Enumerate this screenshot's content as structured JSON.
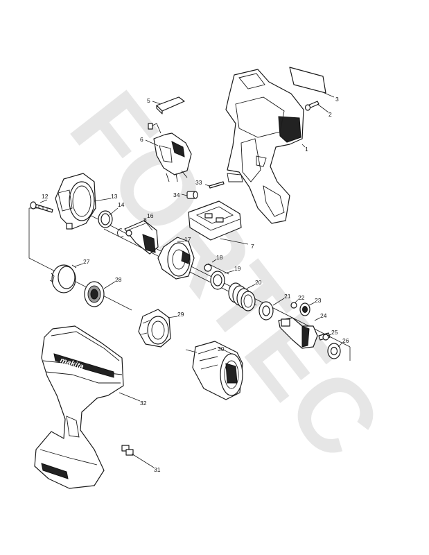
{
  "watermark": {
    "text": "FORTEC",
    "color": "#e6e6e6"
  },
  "housing_brand": "makita",
  "callouts": [
    {
      "id": "p1",
      "label": "1"
    },
    {
      "id": "p2",
      "label": "2"
    },
    {
      "id": "p3",
      "label": "3"
    },
    {
      "id": "p5",
      "label": "5"
    },
    {
      "id": "p6",
      "label": "6"
    },
    {
      "id": "p7",
      "label": "7"
    },
    {
      "id": "p8",
      "label": "8"
    },
    {
      "id": "p12",
      "label": "12"
    },
    {
      "id": "p13",
      "label": "13"
    },
    {
      "id": "p14",
      "label": "14"
    },
    {
      "id": "p16",
      "label": "16"
    },
    {
      "id": "p17",
      "label": "17"
    },
    {
      "id": "p18",
      "label": "18"
    },
    {
      "id": "p19",
      "label": "19"
    },
    {
      "id": "p20",
      "label": "20"
    },
    {
      "id": "p21",
      "label": "21"
    },
    {
      "id": "p22",
      "label": "22"
    },
    {
      "id": "p23",
      "label": "23"
    },
    {
      "id": "p24",
      "label": "24"
    },
    {
      "id": "p25",
      "label": "25"
    },
    {
      "id": "p26",
      "label": "26"
    },
    {
      "id": "p27",
      "label": "27"
    },
    {
      "id": "p28",
      "label": "28"
    },
    {
      "id": "p29",
      "label": "29"
    },
    {
      "id": "p30",
      "label": "30"
    },
    {
      "id": "p31",
      "label": "31"
    },
    {
      "id": "p32",
      "label": "32"
    },
    {
      "id": "p33",
      "label": "33"
    },
    {
      "id": "p34",
      "label": "34"
    }
  ]
}
